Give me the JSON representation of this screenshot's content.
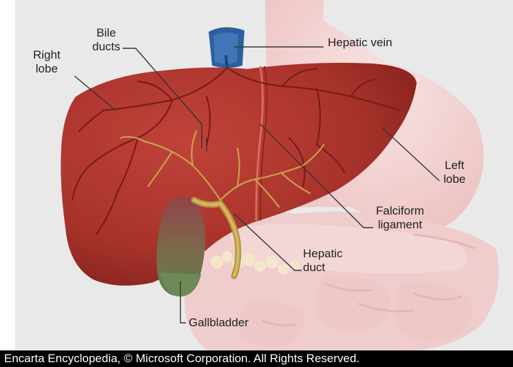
{
  "diagram": {
    "labels": {
      "bile_ducts": [
        "Bile",
        "ducts"
      ],
      "right_lobe": [
        "Right",
        "lobe"
      ],
      "hepatic_vein": "Hepatic vein",
      "left_lobe": [
        "Left",
        "lobe"
      ],
      "falciform_ligament": [
        "Falciform",
        "ligament"
      ],
      "hepatic_duct": [
        "Hepatic",
        "duct"
      ],
      "gallbladder": "Gallbladder"
    },
    "credit": "Encarta Encyclopedia, © Microsoft Corporation. All Rights Reserved."
  },
  "colors": {
    "liver": "#a8332b",
    "liver_dark": "#7e1f1a",
    "surrounding_organs": "#f1c7c7",
    "background": "#e9e9e9",
    "ducts": "#c8a24a",
    "gallbladder": "#6b8a56",
    "hepatic_vein": "#2c5f9e",
    "leader_line": "#333333",
    "credit_bar": "#000000"
  }
}
